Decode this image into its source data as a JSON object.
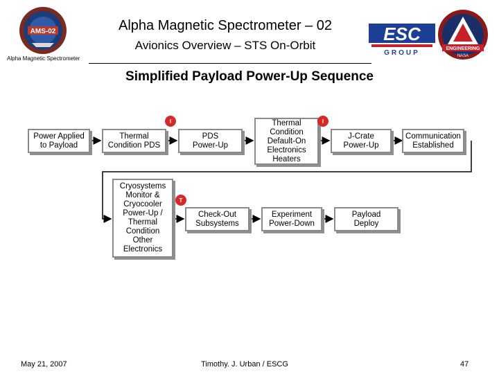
{
  "header": {
    "title": "Alpha Magnetic Spectrometer – 02",
    "subtitle": "Avionics Overview – STS On-Orbit",
    "small_label": "Alpha Magnetic Spectrometer"
  },
  "heading": "Simplified Payload Power-Up Sequence",
  "logos": {
    "ams_text": "AMS-02",
    "esc_text": "ESC",
    "esc_group": "GROUP",
    "eng_text": "ENGINEERING",
    "eng_sub": "NASA"
  },
  "flow": {
    "row1": [
      "Power Applied\nto Payload",
      "Thermal\nCondition PDS",
      "PDS\nPower-Up",
      "Thermal\nCondition\nDefault-On\nElectronics\nHeaters",
      "J-Crate\nPower-Up",
      "Communication\nEstablished"
    ],
    "row2": [
      "Cryosystems\nMonitor &\nCryocooler\nPower-Up /\nThermal\nCondition\nOther\nElectronics",
      "Check-Out\nSubsystems",
      "Experiment\nPower-Down",
      "Payload\nDeploy"
    ],
    "markers": [
      "I",
      "I",
      "T"
    ]
  },
  "footer": {
    "date": "May 21, 2007",
    "author": "Timothy. J. Urban / ESCG",
    "page": "47"
  },
  "colors": {
    "marker_red": "#d42a2a",
    "box_border": "#8a8a8a",
    "esc_blue": "#1c3f95",
    "esc_red": "#c8202a"
  }
}
